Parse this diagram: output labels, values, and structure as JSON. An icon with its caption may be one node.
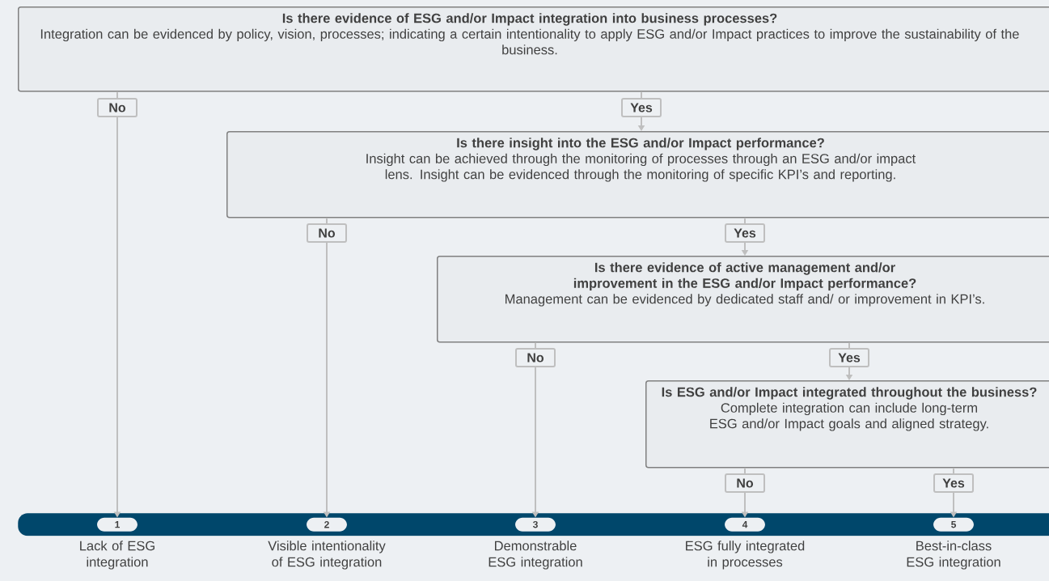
{
  "diagram": {
    "nodes": [
      {
        "text": [
          "Is there evidence of ESG and/or Impact integration into business processes?",
          "Integration can be evidenced by policy, vision, processes; indicating a certain intentionality to apply ESG and/or Impact practices to improve the sustainability of the business."
        ]
      },
      {
        "text": [
          "No"
        ]
      },
      {
        "text": [
          "Yes"
        ]
      },
      {
        "text": [
          "Is there insight into the ESG and/or Impact performance?",
          "Insight can be achieved through the monitoring of processes through an ESG and/or impact lens. Insight can be evidenced through the monitoring of specific KPI’s and reporting."
        ]
      },
      {
        "text": [
          "No"
        ]
      },
      {
        "text": [
          "Yes"
        ]
      },
      {
        "text": [
          "Is there evidence of active management and/or improvement in the ESG and/or Impact performance?",
          "Management can be evidenced by dedicated staff and/ or improvement in KPI’s."
        ]
      },
      {
        "text": [
          "No"
        ]
      },
      {
        "text": [
          "Yes"
        ]
      },
      {
        "text": [
          "Is ESG and/or Impact integrated throughout the business?",
          "Complete integration can include long-term ESG and/or Impact goals and aligned strategy."
        ]
      },
      {
        "text": [
          "No"
        ]
      },
      {
        "text": [
          "Yes"
        ]
      },
      {
        "text": [],
        "shape": "bar"
      },
      {
        "text": [
          "1"
        ],
        "in": 12,
        "beside": [
          "Lack of ESG integration"
        ]
      },
      {
        "text": [
          "2"
        ],
        "in": 12,
        "beside": [
          "Visible intentionality of ESG integration"
        ]
      },
      {
        "text": [
          "3"
        ],
        "in": 12,
        "beside": [
          "Demonstrable ESG integration"
        ]
      },
      {
        "text": [
          "4"
        ],
        "in": 12,
        "beside": [
          "ESG fully integrated in processes"
        ]
      },
      {
        "text": [
          "5"
        ],
        "in": 12,
        "beside": [
          "Best-in-class ESG integration"
        ]
      }
    ],
    "edges": [
      {
        "from": 0,
        "to": 1,
        "arrow": "none"
      },
      {
        "from": 1,
        "to": 13,
        "arrow": "to"
      },
      {
        "from": 0,
        "to": 2,
        "arrow": "none"
      },
      {
        "from": 2,
        "to": 3,
        "arrow": "to"
      },
      {
        "from": 3,
        "to": 4,
        "arrow": "none"
      },
      {
        "from": 4,
        "to": 14,
        "arrow": "to"
      },
      {
        "from": 3,
        "to": 5,
        "arrow": "none"
      },
      {
        "from": 5,
        "to": 6,
        "arrow": "to"
      },
      {
        "from": 6,
        "to": 7,
        "arrow": "none"
      },
      {
        "from": 7,
        "to": 15,
        "arrow": "to"
      },
      {
        "from": 6,
        "to": 8,
        "arrow": "none"
      },
      {
        "from": 8,
        "to": 9,
        "arrow": "to"
      },
      {
        "from": 9,
        "to": 10,
        "arrow": "none"
      },
      {
        "from": 10,
        "to": 16,
        "arrow": "to"
      },
      {
        "from": 9,
        "to": 11,
        "arrow": "none"
      },
      {
        "from": 11,
        "to": 17,
        "arrow": "to"
      }
    ]
  }
}
